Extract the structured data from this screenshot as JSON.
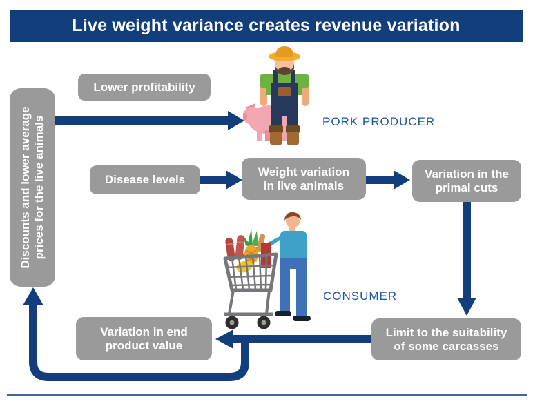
{
  "title": "Live weight variance creates revenue variation",
  "labels": {
    "pork_producer": "PORK PRODUCER",
    "consumer": "CONSUMER"
  },
  "boxes": {
    "discounts": {
      "lines": [
        "Discounts and lower average",
        "prices for the live animals"
      ]
    },
    "lower_profitability": {
      "label": "Lower profitability"
    },
    "disease_levels": {
      "label": "Disease levels"
    },
    "weight_variation": {
      "lines": [
        "Weight variation",
        "in live animals"
      ]
    },
    "primal_cuts": {
      "lines": [
        "Variation in the",
        "primal cuts"
      ]
    },
    "limit_suitability": {
      "lines": [
        "Limit to the suitability",
        "of some carcasses"
      ]
    },
    "end_product": {
      "lines": [
        "Variation in end",
        "product value"
      ]
    }
  },
  "illustrations": {
    "pork_producer": "farmer-with-pig-icon",
    "consumer": "shopper-with-cart-icon"
  },
  "colors": {
    "title_bar": "#123f7c",
    "arrows": "#123f7c",
    "box_gray": "#9a9a9a",
    "label_blue": "#1d57a5",
    "footer_line": "#3e66a3"
  }
}
